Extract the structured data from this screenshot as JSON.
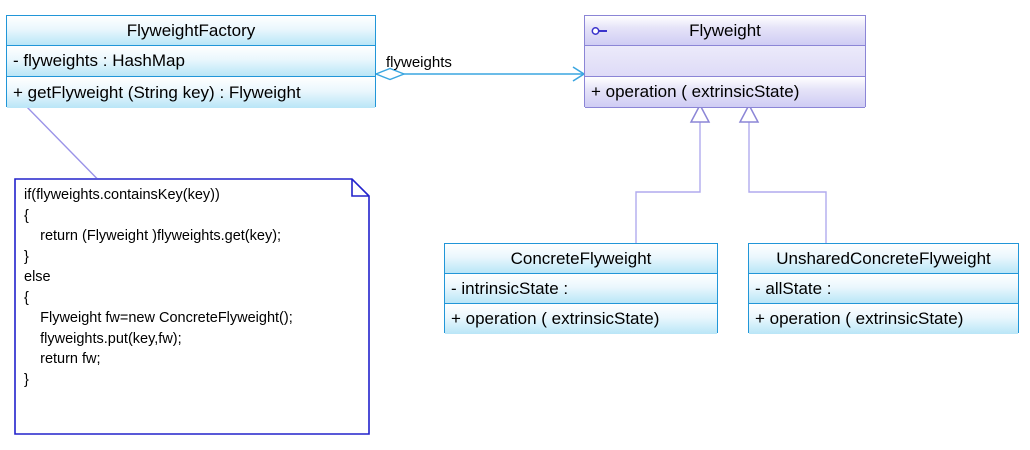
{
  "diagram": {
    "type": "uml-class-diagram",
    "pattern_name": "Flyweight",
    "classes": [
      {
        "id": "flyweight-factory",
        "name": "FlyweightFactory",
        "stereotype_icon": "",
        "attributes": [
          "-  flyweights  :  HashMap"
        ],
        "operations": [
          "+  getFlyweight (String key)  :  Flyweight"
        ]
      },
      {
        "id": "flyweight",
        "name": "Flyweight",
        "stereotype_icon": "interface-lollipop-icon",
        "attributes": [
          ""
        ],
        "operations": [
          "+  operation ( extrinsicState)"
        ]
      },
      {
        "id": "concrete-flyweight",
        "name": "ConcreteFlyweight",
        "stereotype_icon": "",
        "attributes": [
          "-  intrinsicState  :"
        ],
        "operations": [
          "+  operation ( extrinsicState)"
        ]
      },
      {
        "id": "unshared-concrete-flyweight",
        "name": "UnsharedConcreteFlyweight",
        "stereotype_icon": "",
        "attributes": [
          "-  allState  :"
        ],
        "operations": [
          "+  operation ( extrinsicState)"
        ]
      }
    ],
    "edges": [
      {
        "id": "aggregation-factory-flyweight",
        "kind": "aggregation",
        "label": "flyweights",
        "from": "flyweight-factory",
        "to": "flyweight"
      },
      {
        "id": "generalization-concrete",
        "kind": "generalization",
        "label": "",
        "from": "concrete-flyweight",
        "to": "flyweight"
      },
      {
        "id": "generalization-unshared",
        "kind": "generalization",
        "label": "",
        "from": "unshared-concrete-flyweight",
        "to": "flyweight"
      },
      {
        "id": "note-anchor",
        "kind": "note-link",
        "label": "",
        "from": "code-note",
        "to": "flyweight-factory"
      }
    ],
    "note": {
      "id": "code-note",
      "text": "if(flyweights.containsKey(key))\n{\n    return (Flyweight )flyweights.get(key);\n}\nelse\n{\n    Flyweight fw=new ConcreteFlyweight();\n    flyweights.put(key,fw);\n    return fw;\n}"
    },
    "colors": {
      "class_border": "#2196d8",
      "class_fill_top": "#ffffff",
      "class_fill_bottom": "#b9e6f7",
      "interface_border": "#8b85d6",
      "interface_fill_bottom": "#cfccf4",
      "connector_blue": "#3aa6e0",
      "connector_purple": "#9a93e8",
      "note_border": "#2222cc",
      "note_fill": "#ffffff",
      "text": "#000000"
    }
  }
}
